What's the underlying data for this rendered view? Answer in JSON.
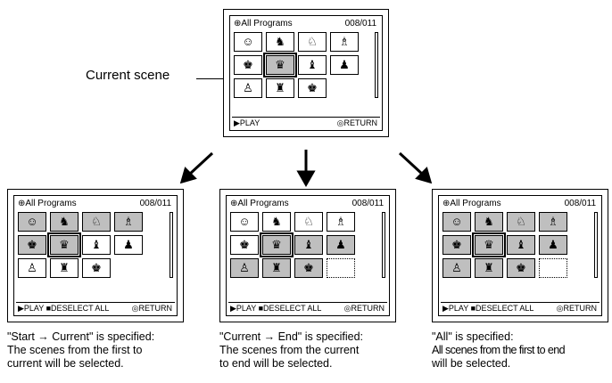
{
  "top": {
    "title": "⊕All Programs",
    "counter": "008/011",
    "play": "▶PLAY",
    "ret": "◎RETURN"
  },
  "left": {
    "title": "⊕All Programs",
    "counter": "008/011",
    "play": "▶PLAY",
    "deselect": "■DESELECT ALL",
    "ret": "◎RETURN",
    "caption": [
      "\"Start → Current\" is specified:",
      "The scenes from the first to",
      "current will be selected."
    ]
  },
  "middle": {
    "title": "⊕All Programs",
    "counter": "008/011",
    "play": "▶PLAY",
    "deselect": "■DESELECT ALL",
    "ret": "◎RETURN",
    "caption": [
      "\"Current → End\" is specified:",
      "The scenes from the current",
      "to end will be selected."
    ]
  },
  "right": {
    "title": "⊕All Programs",
    "counter": "008/011",
    "play": "▶PLAY",
    "deselect": "■DESELECT ALL",
    "ret": "◎RETURN",
    "caption": [
      "\"All\" is specified:",
      "All scenes from the first to end",
      "will be selected."
    ]
  },
  "labels": {
    "current_scene": "Current scene"
  }
}
